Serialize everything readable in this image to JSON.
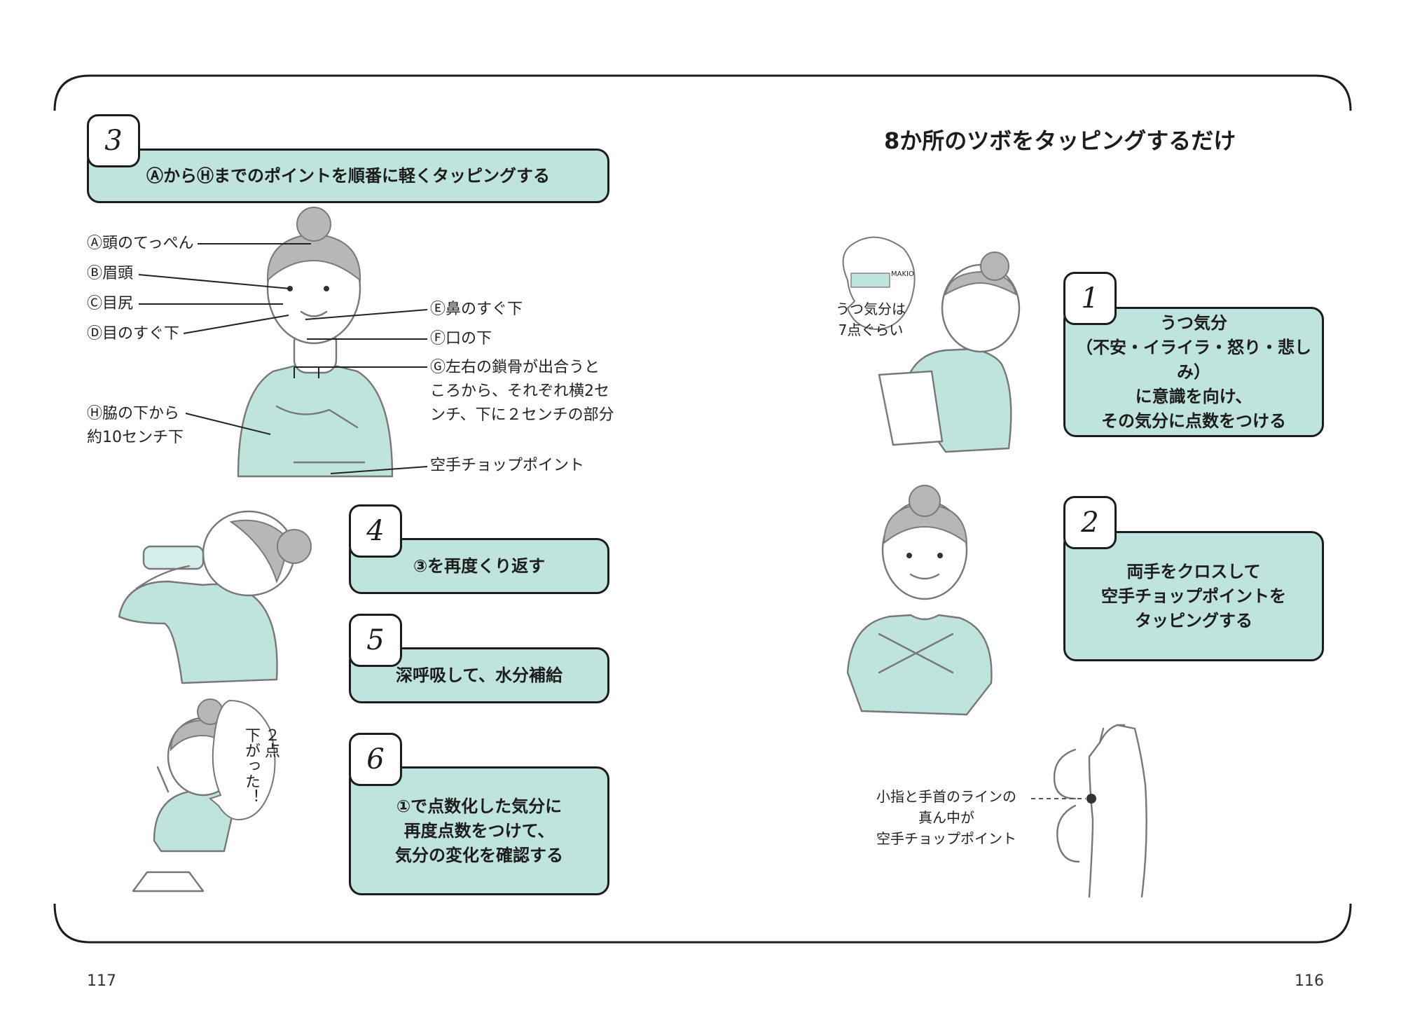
{
  "title": "8か所のツボをタッピングするだけ",
  "page_numbers": {
    "left": "117",
    "right": "116"
  },
  "colors": {
    "box_fill": "#bfe3dd",
    "border": "#1c1c1c"
  },
  "steps": [
    {
      "num": "3",
      "text": "ⒶからⒽまでのポイントを順番に軽くタッピングする"
    },
    {
      "num": "4",
      "text": "③を再度くり返す"
    },
    {
      "num": "5",
      "text": "深呼吸して、水分補給"
    },
    {
      "num": "6",
      "text": "①で点数化した気分に\n再度点数をつけて、\n気分の変化を確認する"
    },
    {
      "num": "1",
      "text": "うつ気分\n（不安・イライラ・怒り・悲しみ）\nに意識を向け、\nその気分に点数をつける"
    },
    {
      "num": "2",
      "text": "両手をクロスして\n空手チョップポイントを\nタッピングする"
    }
  ],
  "points": {
    "a": "Ⓐ頭のてっぺん",
    "b": "Ⓑ眉頭",
    "c": "Ⓒ目尻",
    "d": "Ⓓ目のすぐ下",
    "e": "Ⓔ鼻のすぐ下",
    "f": "Ⓕ口の下",
    "g": "Ⓖ左右の鎖骨が出合うと\nころから、それぞれ横2セ\nンチ、下に２センチの部分",
    "h": "Ⓗ脇の下から\n約10センチ下",
    "karate": "空手チョップポイント"
  },
  "bubbles": {
    "mood_score": "うつ気分は\n7点ぐらい",
    "dropped": "２点\n下がった！",
    "notepad_mark": "MAKIO"
  },
  "hand_caption": "小指と手首のラインの\n真ん中が\n空手チョップポイント"
}
